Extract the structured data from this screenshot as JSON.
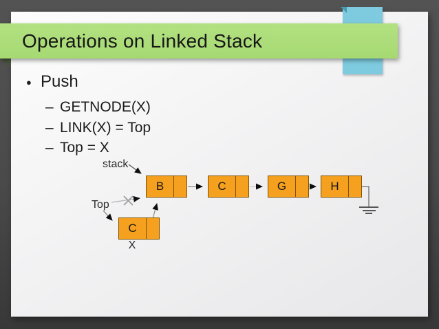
{
  "title": "Operations on Linked Stack",
  "bullet": {
    "marker": "●",
    "label": "Push"
  },
  "sub_bullets": {
    "marker": "–",
    "items": [
      "GETNODE(X)",
      "LINK(X) = Top",
      "Top = X"
    ]
  },
  "diagram": {
    "stack_label": "stack",
    "top_label": "Top",
    "new_node_caption": "X",
    "nodes": [
      {
        "label": "B"
      },
      {
        "label": "C"
      },
      {
        "label": "G"
      },
      {
        "label": "H"
      }
    ],
    "new_node": {
      "label": "C"
    }
  },
  "colors": {
    "ribbon_green": "#A9DB77",
    "accent_blue": "#7ECBDF",
    "node_orange": "#F5A01E",
    "node_border": "#7D5200",
    "slide_background": "#F2F2F3",
    "canvas_background": "#4A4A4A"
  }
}
